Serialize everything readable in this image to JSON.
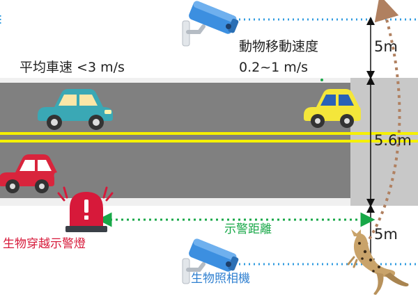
{
  "labels": {
    "average_speed": "平均車速 <3 m/s",
    "animal_speed_title": "動物移動速度",
    "animal_speed_value": "0.2~1 m/s",
    "distance_top": "5m",
    "distance_road": "5.6m",
    "distance_bottom": "5m",
    "warning_light": "生物穿越示警燈",
    "warning_distance": "示警距離",
    "wildlife_camera": "生物照相機"
  },
  "colors": {
    "road": "#808080",
    "shoulder": "#c8c8c8",
    "road_edge": "#f0f0f0",
    "lane_line": "#f5f000",
    "camera_line": "#2e9be0",
    "warning_zone": "#18a848",
    "warning_red": "#d7193a",
    "camera_blue": "#3c8fe0",
    "animal_path": "#b08060"
  },
  "icons": [
    "security-camera-icon",
    "warning-beacon-icon",
    "car-icon",
    "leopard-cat-icon"
  ]
}
